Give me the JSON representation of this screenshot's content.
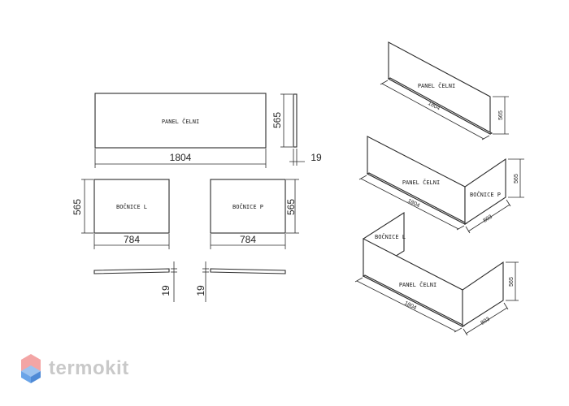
{
  "front_view": {
    "panel_front_label": "PANEL ČELNI",
    "panel_front_width": "1804",
    "panel_height": "565",
    "panel_thickness": "19"
  },
  "side_left": {
    "label": "BOČNICE L",
    "width": "784",
    "height": "565",
    "thickness": "19"
  },
  "side_right": {
    "label": "BOČNICE P",
    "width": "784",
    "height": "565",
    "thickness": "19"
  },
  "iso_front_only": {
    "label": "PANEL ČELNI",
    "length": "1804",
    "height": "565"
  },
  "iso_l_shape": {
    "front_label": "PANEL ČELNI",
    "side_label": "BOČNICE P",
    "length": "1804",
    "side_length": "803",
    "height": "565"
  },
  "iso_u_shape": {
    "front_label": "PANEL ČELNI",
    "left_label": "BOČNICE L",
    "length": "1804",
    "side_length": "803",
    "height": "565"
  },
  "brand": {
    "name": "termokit",
    "colors": {
      "logo_red": "#f06a6a",
      "logo_blue": "#6aa4e8",
      "text_gray": "#c9c9c9"
    }
  }
}
